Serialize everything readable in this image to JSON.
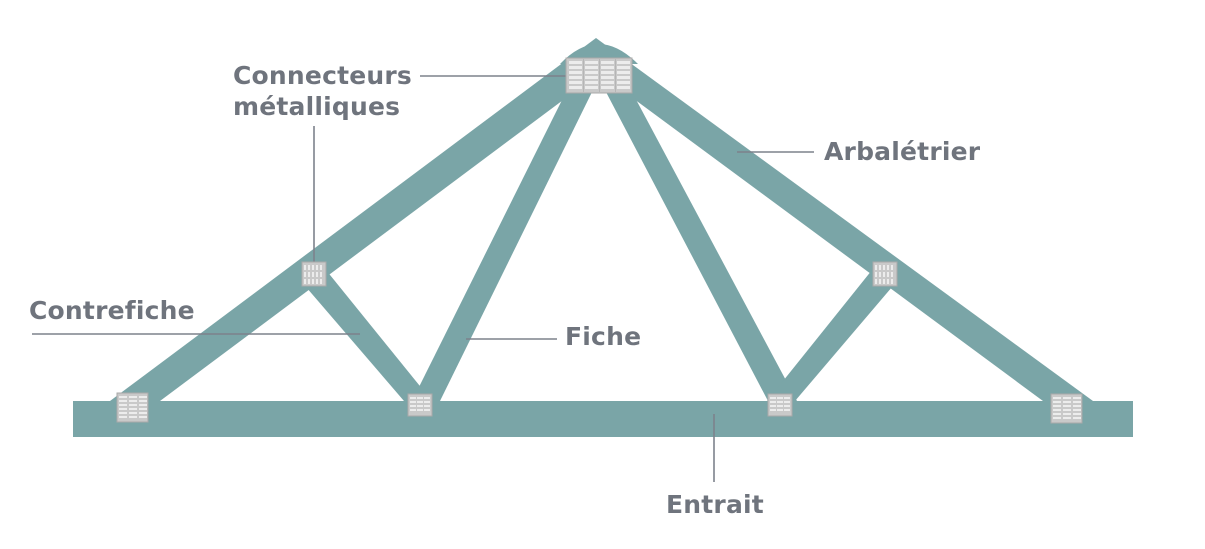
{
  "diagram": {
    "type": "roof-truss",
    "colors": {
      "timber": "#7aa5a7",
      "connector_fill": "#c9c9c9",
      "connector_border": "#a9a9a9",
      "connector_slot": "#ececec",
      "leader_line": "#7d828c",
      "label_text": "#6f747d",
      "background": "#ffffff"
    },
    "labels": {
      "connecteurs_line1": "Connecteurs",
      "connecteurs_line2": "métalliques",
      "arbaletrier": "Arbalétrier",
      "contrefiche": "Contrefiche",
      "fiche": "Fiche",
      "entrait": "Entrait"
    },
    "members": [
      {
        "name": "entrait",
        "role": "tie beam (bottom chord)"
      },
      {
        "name": "arbaletrier-left",
        "role": "left top chord"
      },
      {
        "name": "arbaletrier-right",
        "role": "right top chord"
      },
      {
        "name": "fiche-left",
        "role": "left inner diagonal"
      },
      {
        "name": "fiche-right",
        "role": "right inner diagonal"
      },
      {
        "name": "contrefiche-left",
        "role": "left strut"
      },
      {
        "name": "contrefiche-right",
        "role": "right strut"
      }
    ],
    "connectors": [
      {
        "position": "apex",
        "columns": 4
      },
      {
        "position": "left-heel",
        "columns": 3
      },
      {
        "position": "right-heel",
        "columns": 3
      },
      {
        "position": "left-bottom-node",
        "columns": 3
      },
      {
        "position": "right-bottom-node",
        "columns": 3
      },
      {
        "position": "left-strut-top",
        "columns": 5
      },
      {
        "position": "right-strut-top",
        "columns": 5
      }
    ]
  }
}
